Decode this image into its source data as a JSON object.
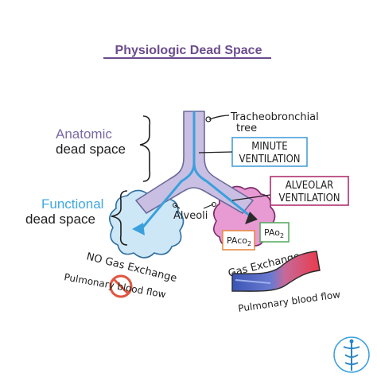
{
  "title": "Physiologic Dead Space",
  "labels": {
    "tracheobronchial_1": "Tracheobronchial",
    "tracheobronchial_2": "tree",
    "anatomic_1": "Anatomic",
    "anatomic_2": "dead space",
    "functional_1": "Functional",
    "functional_2": "dead space",
    "minute_1": "MINUTE",
    "minute_2": "VENTILATION",
    "alveolar_1": "ALVEOLAR",
    "alveolar_2": "VENTILATION",
    "alveoli": "Alveoli",
    "paco2_main": "PAco",
    "paco2_sub": "2",
    "pao2_main": "PAo",
    "pao2_sub": "2",
    "no_gas_exchange": "NO Gas Exchange",
    "pulmonary_blood_flow_left": "Pulmonary blood flow",
    "gas_exchange": "Gas Exchange",
    "pulmonary_blood_flow_right": "Pulmonary blood flow"
  },
  "colors": {
    "title": "#6b4c8e",
    "anatomic": "#7a6aa6",
    "functional": "#3fa7e1",
    "airway_fill": "#c9bfe3",
    "airway_stroke": "#6a6a9a",
    "flow_arrow": "#3aa0dc",
    "left_alveoli": "#cde7f7",
    "right_alveoli": "#e89ad3",
    "minute_box": "#4aa0d8",
    "alveolar_box": "#b0306f",
    "paco2_box": "#e6863a",
    "pao2_box": "#4fa65a",
    "vessel_red": "#e33b4a",
    "vessel_blue": "#4057b8",
    "no_symbol": "#e0553f"
  },
  "icons": {
    "logo": "caduceus-icon",
    "no_symbol": "prohibition-icon"
  }
}
